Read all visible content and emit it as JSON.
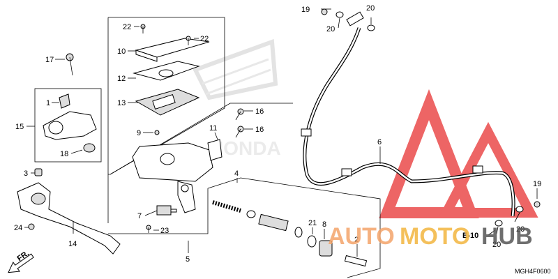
{
  "diagram_code": "MGH4F0600",
  "callouts": {
    "c1": "1",
    "c2": "2",
    "c3": "3",
    "c4": "4",
    "c5": "5",
    "c6": "6",
    "c7": "7",
    "c8": "8",
    "c9": "9",
    "c10": "10",
    "c11": "11",
    "c12": "12",
    "c13": "13",
    "c14": "14",
    "c15": "15",
    "c16a": "16",
    "c16b": "16",
    "c17": "17",
    "c18": "18",
    "c19a": "19",
    "c19b": "19",
    "c20a": "20",
    "c20b": "20",
    "c20c": "20",
    "c20d": "20",
    "c21": "21",
    "c22a": "22",
    "c22b": "22",
    "c23": "23",
    "c24": "24"
  },
  "ref_mark": "E-10",
  "direction_label": "FR.",
  "watermark": {
    "text_a": "AUTO",
    "text_b": "MOTO",
    "text_c": "HUB",
    "color_a": "#f4a46a",
    "color_b": "#f3b63f",
    "color_c": "#555555",
    "triangle_color": "#e83a3a"
  },
  "background_mark": "HONDA"
}
